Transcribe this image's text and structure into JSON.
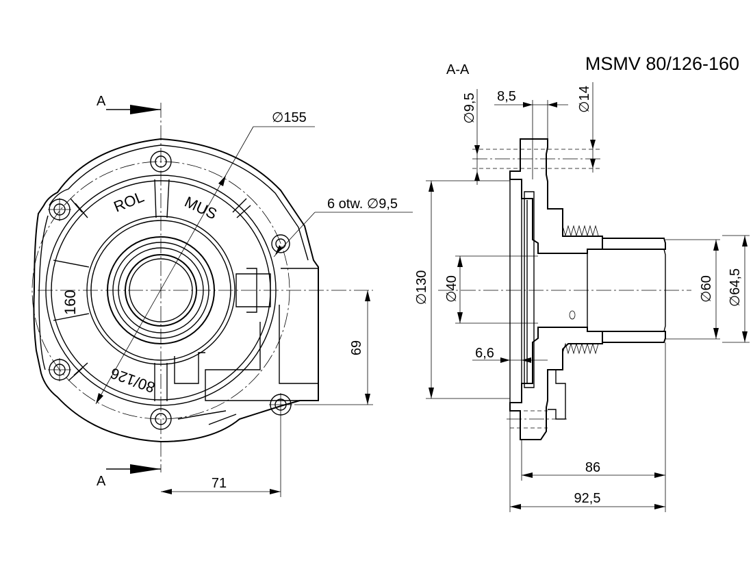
{
  "title": "MSMV 80/126-160",
  "section_label": "A-A",
  "section_marks": [
    "A",
    "A"
  ],
  "front_view": {
    "dimensions": {
      "diameter_outer": "∅155",
      "holes": "6 otw. ∅9,5",
      "height": "69",
      "width": "71"
    },
    "embossed_text": [
      "ROL",
      "MUS",
      "160",
      "80/126"
    ]
  },
  "section_view": {
    "dimensions": {
      "d_hole": "∅9,5",
      "flange_thk": "8,5",
      "d_counterbore": "∅14",
      "d_flange": "∅130",
      "d_bore": "∅40",
      "d_shaft": "∅60",
      "d_thread": "∅64,5",
      "recess": "6,6",
      "len_86": "86",
      "len_92": "92,5"
    }
  },
  "colors": {
    "ink": "#000000",
    "background": "#ffffff"
  }
}
